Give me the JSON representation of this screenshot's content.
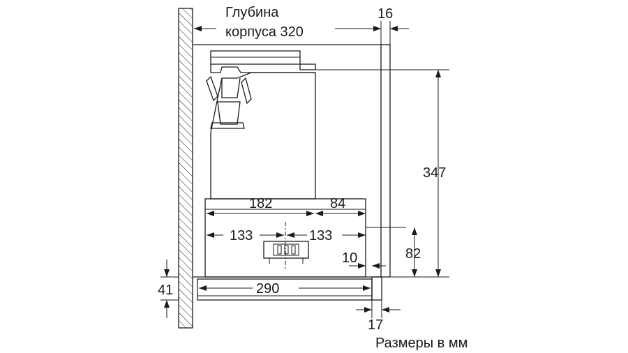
{
  "labels": {
    "depth_line1": "Глубина",
    "depth_line2": "корпуса 320",
    "dim_16": "16",
    "dim_347": "347",
    "dim_182": "182",
    "dim_84": "84",
    "dim_133_left": "133",
    "dim_133_right": "133",
    "dim_82": "82",
    "dim_10": "10",
    "dim_41": "41",
    "dim_290": "290",
    "dim_17": "17",
    "units_note": "Размеры в мм"
  }
}
